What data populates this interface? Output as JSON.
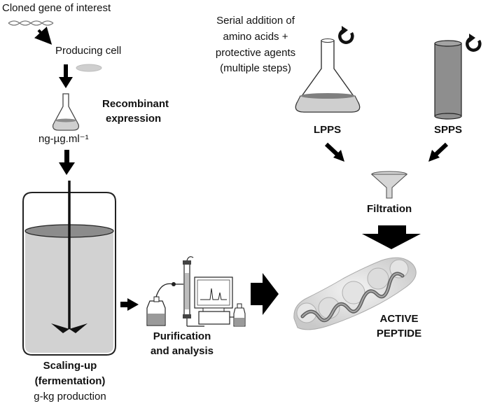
{
  "labels": {
    "cloned_gene": "Cloned gene of interest",
    "producing_cell": "Producing cell",
    "recombinant_line1": "Recombinant",
    "recombinant_line2": "expression",
    "flask_conc": "ng-µg.ml⁻¹",
    "serial_line1": "Serial addition of",
    "serial_line2": "amino acids +",
    "serial_line3": "protective agents",
    "serial_line4": "(multiple steps)",
    "lpps": "LPPS",
    "spps": "SPPS",
    "filtration": "Filtration",
    "purification_line1": "Purification",
    "purification_line2": "and analysis",
    "active_line1": "ACTIVE",
    "active_line2": "PEPTIDE",
    "scaling_line1": "Scaling-up",
    "scaling_line2": "(fermentation)",
    "scaling_line3": "g-kg production"
  },
  "colors": {
    "liquid": "#cfcfcf",
    "liquid_dark": "#8c8c8c",
    "column": "#8e8e8e",
    "arrow": "#000000",
    "peptide_surface": "#e2e2e2"
  },
  "icons": [
    "dna-icon",
    "cell-icon",
    "flask-icon",
    "fermenter-icon",
    "hplc-icon",
    "column-icon",
    "funnel-icon",
    "refresh-icon",
    "peptide-icon"
  ]
}
